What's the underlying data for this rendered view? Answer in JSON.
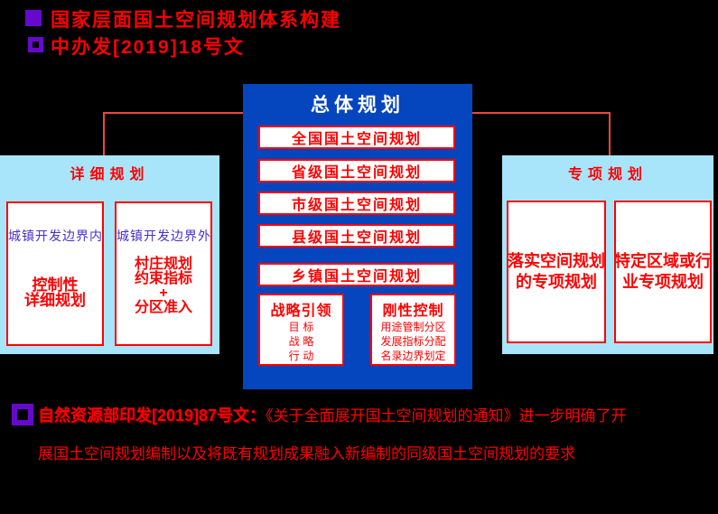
{
  "colors": {
    "background": "#000000",
    "accent_red": "#ff0000",
    "connector_red": "#f0463c",
    "deep_blue": "#0545bd",
    "light_blue": "#a8e5fb",
    "bullet_purple": "#6609cc",
    "kai_purple_blue": "#4632c8",
    "white": "#ffffff"
  },
  "header": {
    "line1": "国家层面国土空间规划体系构建",
    "line2": "中办发[2019]18号文"
  },
  "center": {
    "title": "总体规划",
    "levels": [
      "全国国土空间规划",
      "省级国土空间规划",
      "市级国土空间规划",
      "县级国土空间规划",
      "乡镇国土空间规划"
    ],
    "strategy": {
      "title": "战略引领",
      "lines": [
        "目 标",
        "战 略",
        "行 动"
      ]
    },
    "control": {
      "title": "刚性控制",
      "lines": [
        "用途管制分区",
        "发展指标分配",
        "名录边界划定"
      ]
    }
  },
  "left_panel": {
    "title": "详细规划",
    "box1": {
      "header": "城镇开发边界内",
      "lines": [
        "控制性",
        "详细规划"
      ]
    },
    "box2": {
      "header": "城镇开发边界外",
      "lines": [
        "村庄规划",
        "约束指标",
        "+",
        "分区准入"
      ]
    }
  },
  "right_panel": {
    "title": "专项规划",
    "box1": {
      "lines": [
        "落实空间规划",
        "的专项规划"
      ]
    },
    "box2": {
      "lines": [
        "特定区域或行",
        "业专项规划"
      ]
    }
  },
  "footer": {
    "bold": "自然资源部印发[2019]87号文：",
    "line1_rest": "《关于全面展开国土空间规划的通知》进一步明确了开",
    "line2": "展国土空间规划编制以及将既有规划成果融入新编制的同级国土空间规划的要求"
  }
}
